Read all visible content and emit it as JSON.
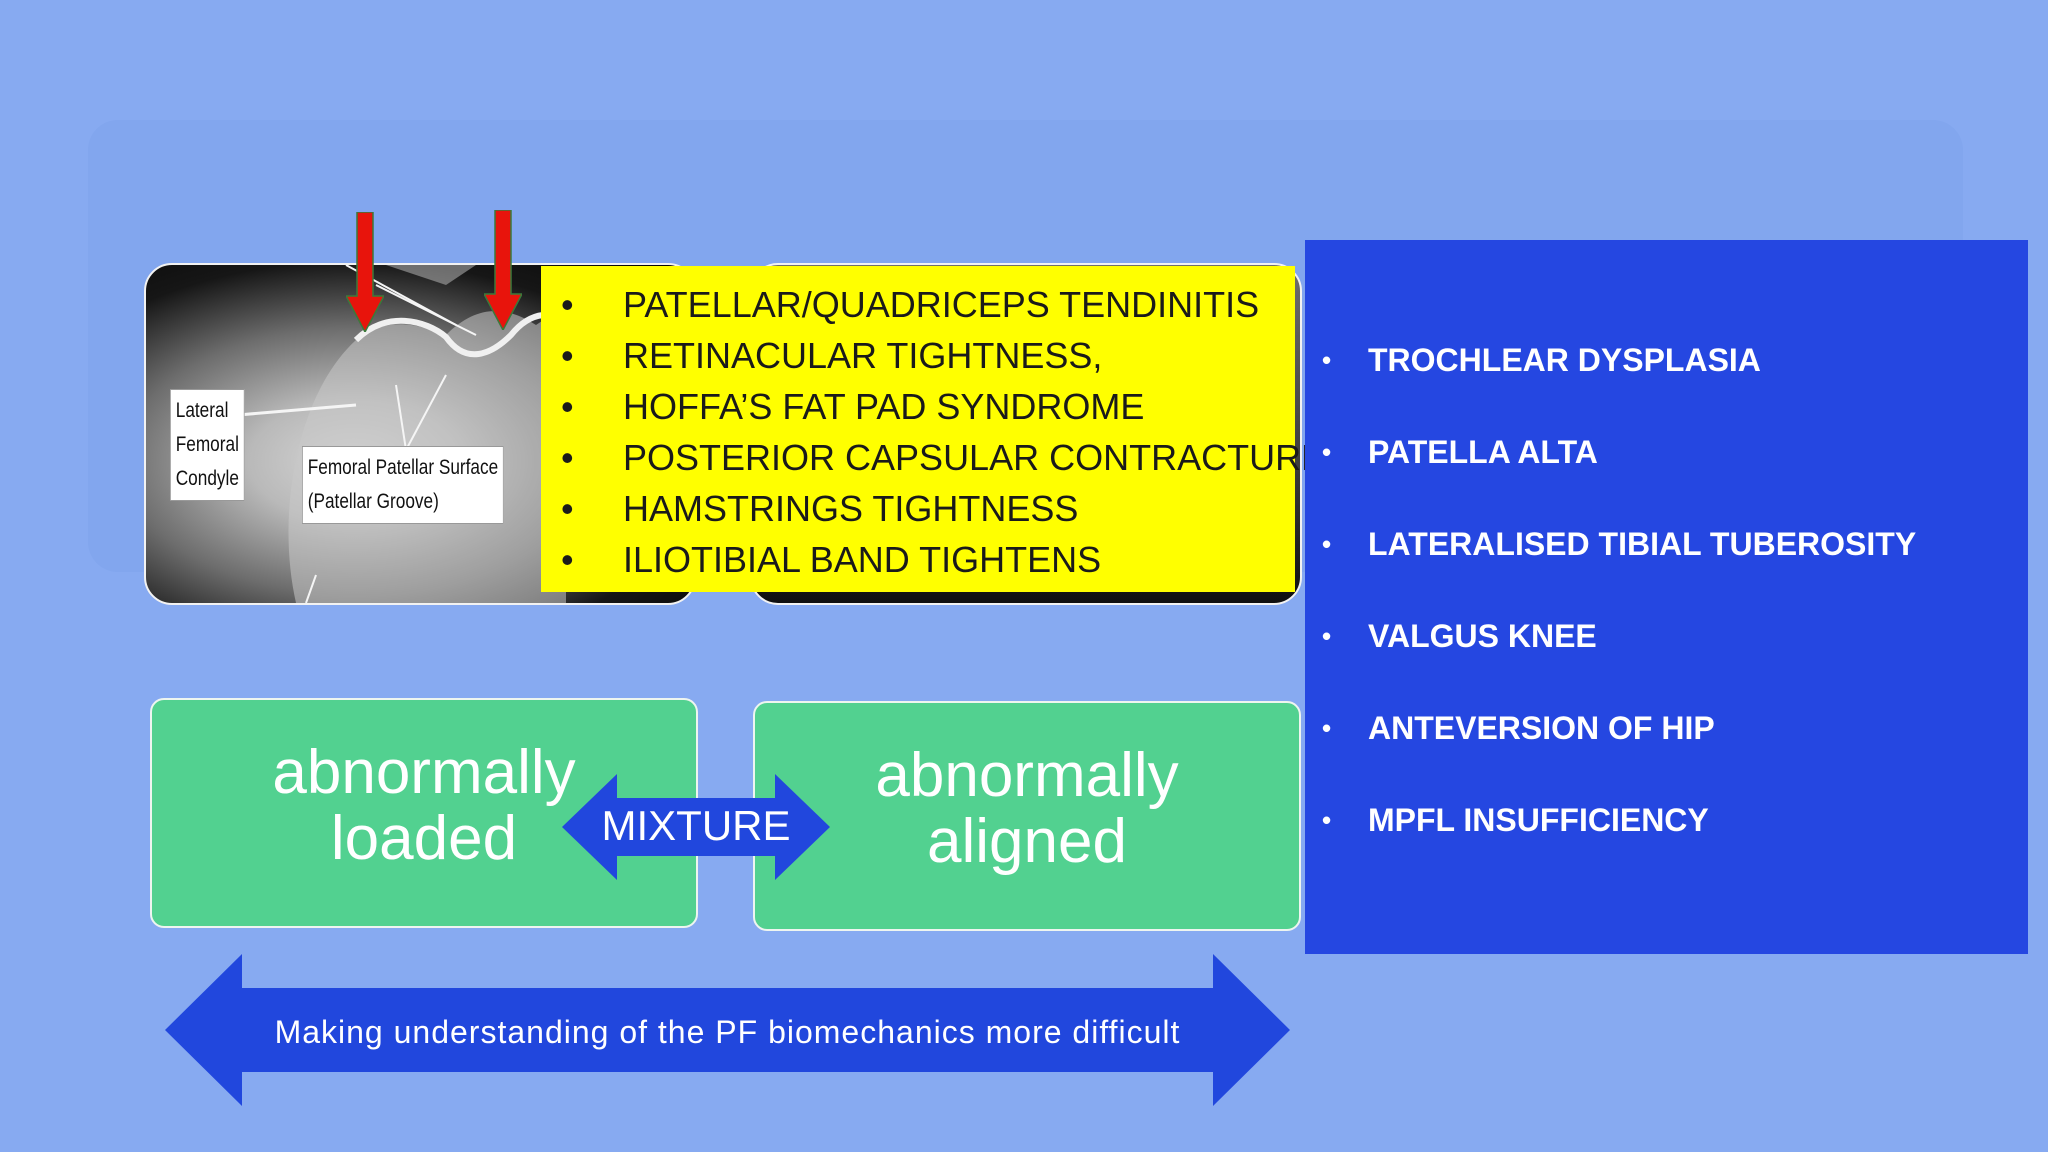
{
  "xray": {
    "label_lateral": [
      "Lateral",
      "Femoral",
      "Condyle"
    ],
    "label_groove": [
      "Femoral Patellar Surface",
      "(Patellar Groove)"
    ]
  },
  "yellow_list": [
    "PATELLAR/QUADRICEPS TENDINITIS",
    "RETINACULAR TIGHTNESS,",
    "HOFFA’S FAT PAD SYNDROME",
    "POSTERIOR CAPSULAR CONTRACTURE",
    "HAMSTRINGS TIGHTNESS",
    "ILIOTIBIAL BAND TIGHTENS"
  ],
  "blue_list": [
    "TROCHLEAR DYSPLASIA",
    "PATELLA ALTA",
    "LATERALISED TIBIAL TUBEROSITY",
    "VALGUS KNEE",
    "ANTEVERSION OF HIP",
    "MPFL INSUFFICIENCY"
  ],
  "boxes": {
    "left": [
      "abnormally",
      "loaded"
    ],
    "right": [
      "abnormally",
      "aligned"
    ],
    "mixture": "MIXTURE"
  },
  "bottom_caption": "Making understanding of the PF biomechanics more difficult",
  "colors": {
    "background": "#87aaf1",
    "yellow": "#ffff00",
    "blue_panel": "#2547e1",
    "green": "#52d190",
    "arrow_blue": "#2147dd",
    "arrow_red": "#e8140c"
  }
}
